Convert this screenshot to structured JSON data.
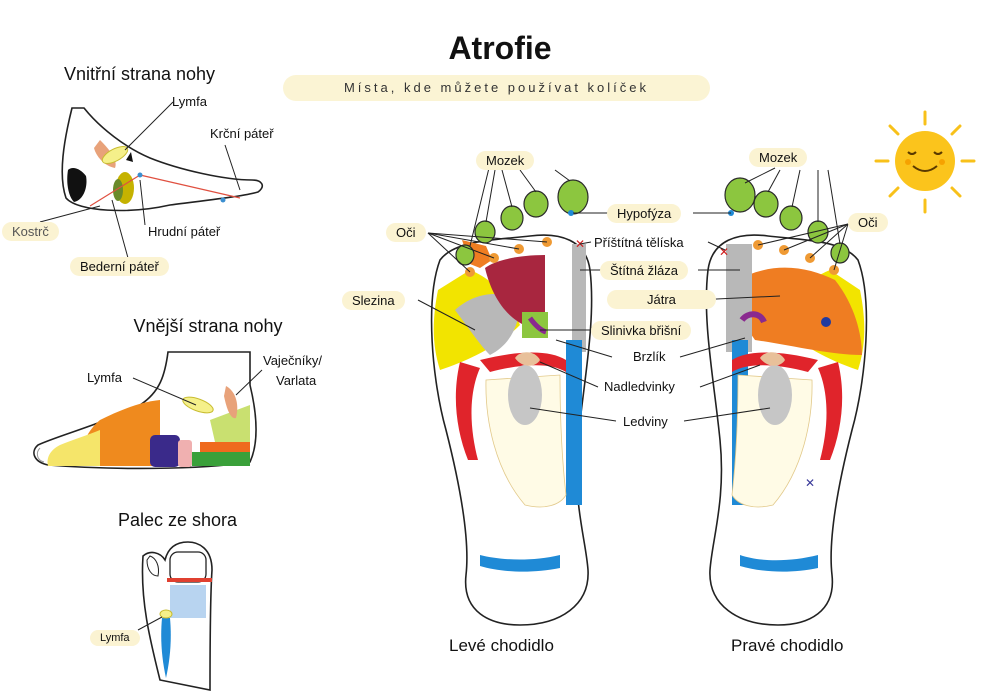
{
  "header": {
    "title": "Atrofie",
    "subtitle": "Místa, kde můžete používat kolíček"
  },
  "inner_foot": {
    "title": "Vnitřní strana nohy",
    "labels": {
      "lymfa": "Lymfa",
      "krcni": "Krční páteř",
      "kostrc": "Kostrč",
      "hrudni": "Hrudní páteř",
      "bederni": "Bederní páteř"
    }
  },
  "outer_foot": {
    "title": "Vnější strana nohy",
    "labels": {
      "lymfa": "Lymfa",
      "vajecniky": "Vaječníky/",
      "varlata": "Varlata"
    }
  },
  "thumb": {
    "title": "Palec ze shora",
    "labels": {
      "lymfa": "Lymfa"
    }
  },
  "soles": {
    "labels": {
      "mozek_left": "Mozek",
      "mozek_right": "Mozek",
      "hypofyza": "Hypofýza",
      "oci_left": "Oči",
      "oci_right": "Oči",
      "pristitna": "Příštítná tělíska",
      "stitna": "Štítná žláza",
      "slezina": "Slezina",
      "jatra": "Játra",
      "slinivka": "Slinivka břišní",
      "brzlik": "Brzlík",
      "nadledvinky": "Nadledvinky",
      "ledviny": "Ledviny"
    },
    "captions": {
      "left": "Levé chodidlo",
      "right": "Pravé chodidlo"
    }
  },
  "colors": {
    "yellow": "#f2e400",
    "green": "#8cc63f",
    "orange": "#ef7d22",
    "red": "#e0242b",
    "blue": "#1f8ad6",
    "maroon": "#a8263f",
    "grey": "#b9b9b9",
    "purple": "#8a2a8f",
    "highlight": "#fbf3d2"
  }
}
